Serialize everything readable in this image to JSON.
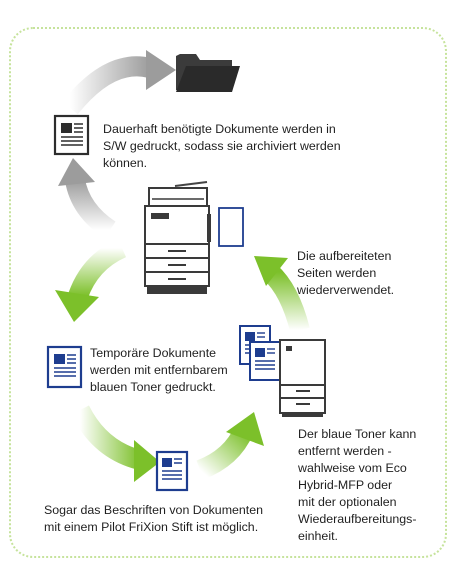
{
  "texts": {
    "archive": "Dauerhaft benötigte Dokumente werden in\nS/W gedruckt, sodass sie archiviert werden\nkönnen.",
    "reused": "Die aufbereiteten\nSeiten werden\nwiederverwendet.",
    "temporary": "Temporäre Dokumente\nwerden mit entfernbarem\nblauen Toner gedruckt.",
    "erase": "Der blaue Toner kann\nentfernt werden -\nwahlweise vom Eco\nHybrid-MFP oder\nmit der optionalen\nWiederaufbereitungs-\neinheit.",
    "frixion": "Sogar das Beschriften von Dokumenten\nmit einem Pilot FriXion Stift ist möglich."
  },
  "icons": {
    "folder": "folder-icon",
    "mfp": "multifunction-printer-icon",
    "eraser": "erasing-unit-icon",
    "doc_black": "black-document-icon",
    "doc_blue": "blue-document-icon",
    "paper_blank": "blank-paper-icon"
  },
  "colors": {
    "green": "#7cc02a",
    "gray": "#a3a3a3",
    "blue": "#1e3d8f",
    "dark": "#333333",
    "frame": "#c6e39c"
  }
}
